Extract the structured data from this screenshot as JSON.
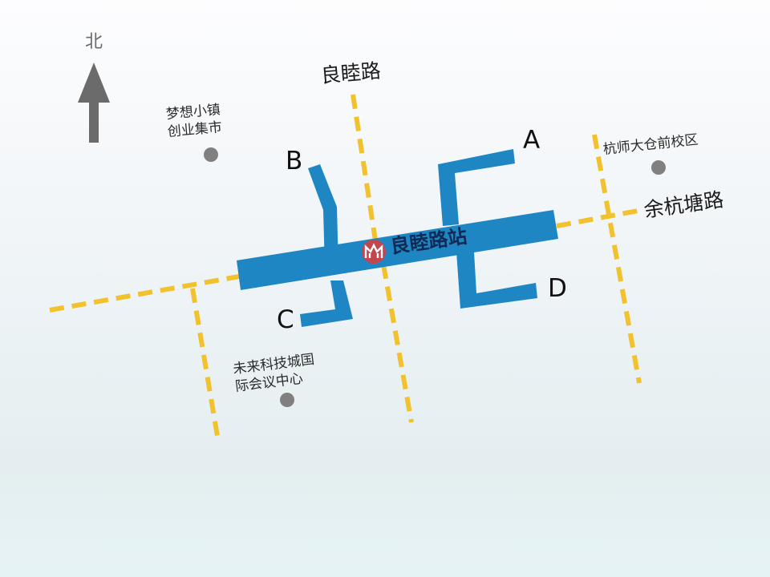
{
  "map": {
    "title": "良睦路站",
    "background": [
      "#fdfdfe",
      "#e6f3f4"
    ],
    "colors": {
      "station_body": "#1f86c4",
      "road_dash": "#f2c12e",
      "poi_dot": "#808080",
      "north_arrow": "#6b6b6b",
      "metro_logo": "#e03a3a",
      "station_label": "#0f2a55"
    }
  },
  "compass": {
    "label": "北",
    "icon": "north-arrow-icon"
  },
  "roads": [
    {
      "name": "良睦路",
      "orientation": "north-south"
    },
    {
      "name": "余杭塘路",
      "orientation": "east-west"
    }
  ],
  "station": {
    "name": "良睦路站",
    "logo_icon": "hangzhou-metro-logo-icon"
  },
  "exits": [
    {
      "id": "A",
      "position": "northeast"
    },
    {
      "id": "B",
      "position": "northwest"
    },
    {
      "id": "C",
      "position": "southwest"
    },
    {
      "id": "D",
      "position": "southeast"
    }
  ],
  "pois": [
    {
      "line1": "梦想小镇",
      "line2": "创业集市",
      "position": "northwest"
    },
    {
      "line1": "杭师大仓前校区",
      "line2": "",
      "position": "northeast"
    },
    {
      "line1": "未来科技城国",
      "line2": "际会议中心",
      "position": "southwest"
    }
  ]
}
